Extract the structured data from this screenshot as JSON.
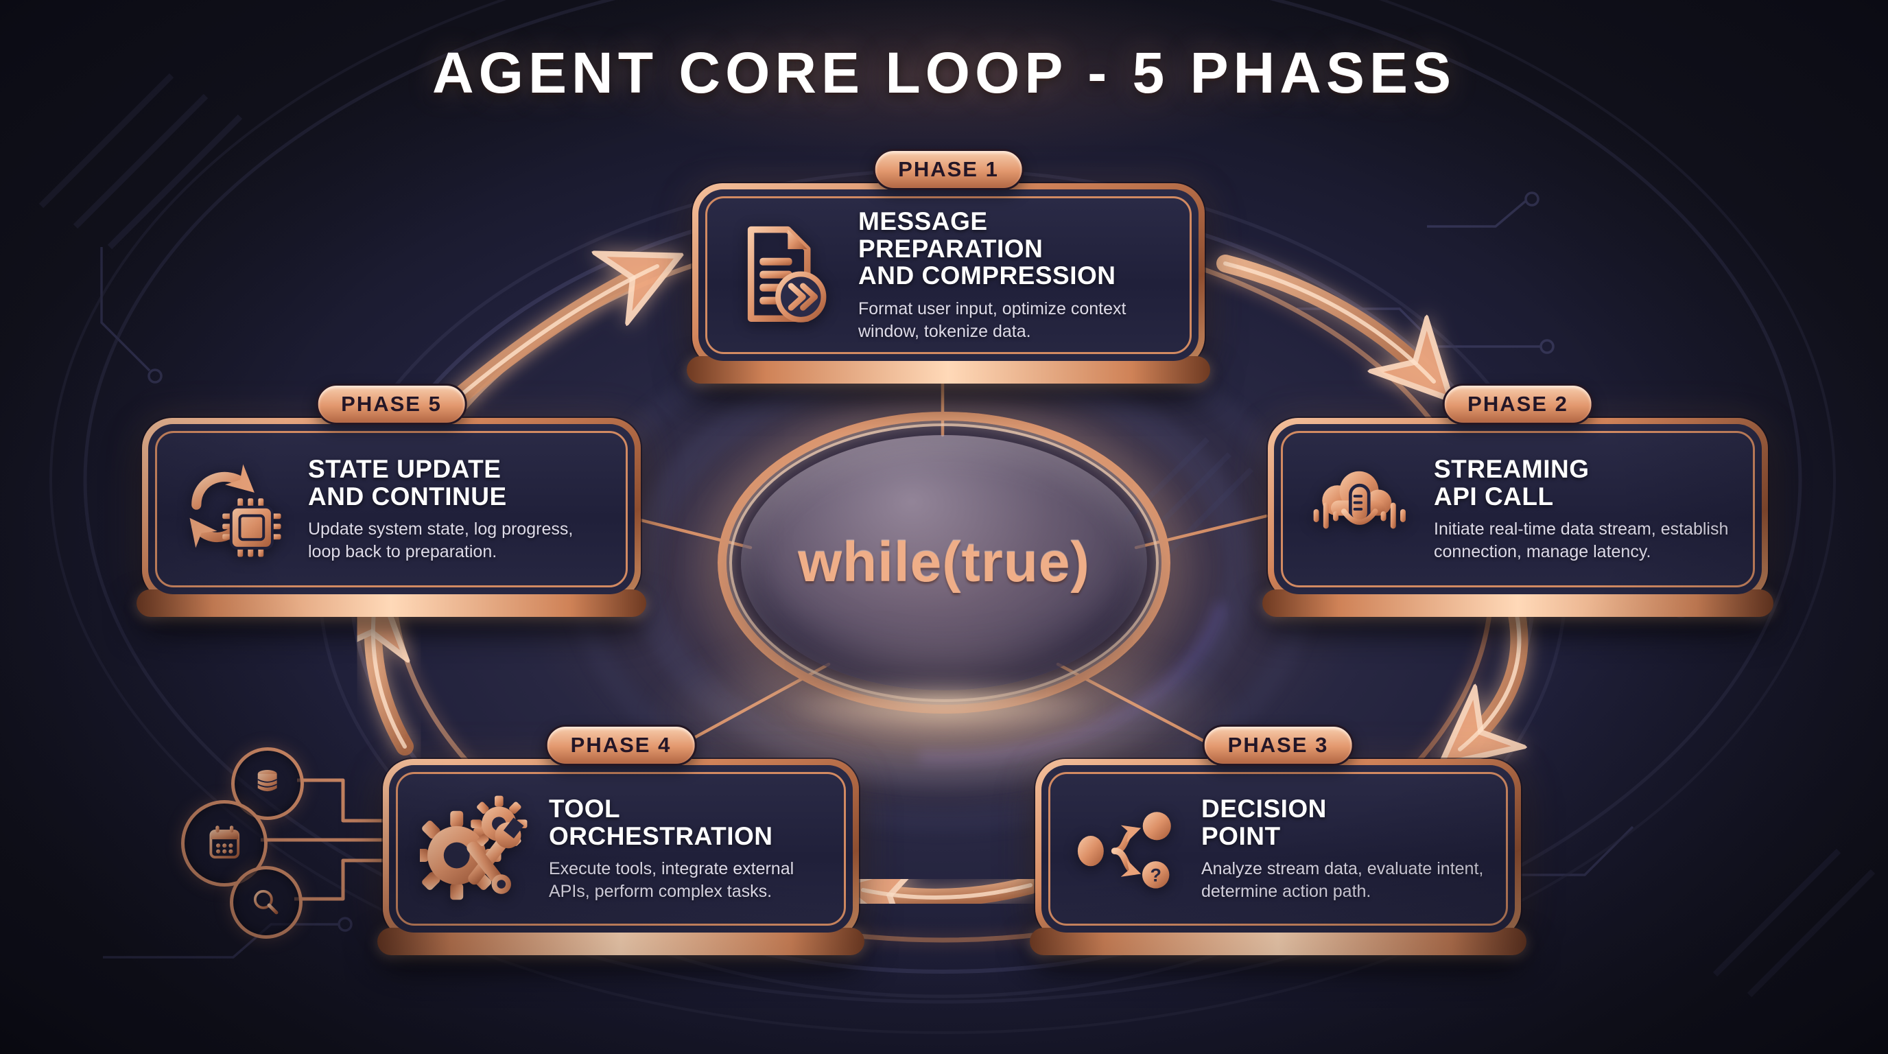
{
  "title": "AGENT CORE LOOP - 5 PHASES",
  "center": {
    "label": "while(true)"
  },
  "phases": [
    {
      "badge": "PHASE 1",
      "icon": "document-compress-icon",
      "heading1": "MESSAGE PREPARATION",
      "heading2": "AND COMPRESSION",
      "body": "Format user input, optimize context window, tokenize data."
    },
    {
      "badge": "PHASE 2",
      "icon": "streaming-cloud-mic-icon",
      "heading1": "STREAMING",
      "heading2": "API CALL",
      "body": "Initiate real-time data stream, establish connection, manage latency."
    },
    {
      "badge": "PHASE 3",
      "icon": "decision-branch-icon",
      "heading1": "DECISION",
      "heading2": "POINT",
      "body": "Analyze stream data, evaluate intent, determine action path."
    },
    {
      "badge": "PHASE 4",
      "icon": "gears-wrench-icon",
      "heading1": "TOOL",
      "heading2": "ORCHESTRATION",
      "body": "Execute tools, integrate external APIs, perform complex tasks."
    },
    {
      "badge": "PHASE 5",
      "icon": "refresh-chip-icon",
      "heading1": "STATE UPDATE",
      "heading2": "AND CONTINUE",
      "body": "Update system state, log progress, loop back to preparation."
    }
  ],
  "decor": {
    "icons": [
      "database-icon",
      "calendar-icon",
      "search-icon"
    ]
  },
  "colors": {
    "background": "#1e1e33",
    "copper": "#dd9168",
    "copper_light": "#f7c9a8",
    "copper_dark": "#8f4f33",
    "card_bg": "#232340",
    "heading_text": "#ffffff",
    "body_text": "#dedbe8",
    "badge_text": "#231627",
    "loop_text": "#efae88"
  }
}
